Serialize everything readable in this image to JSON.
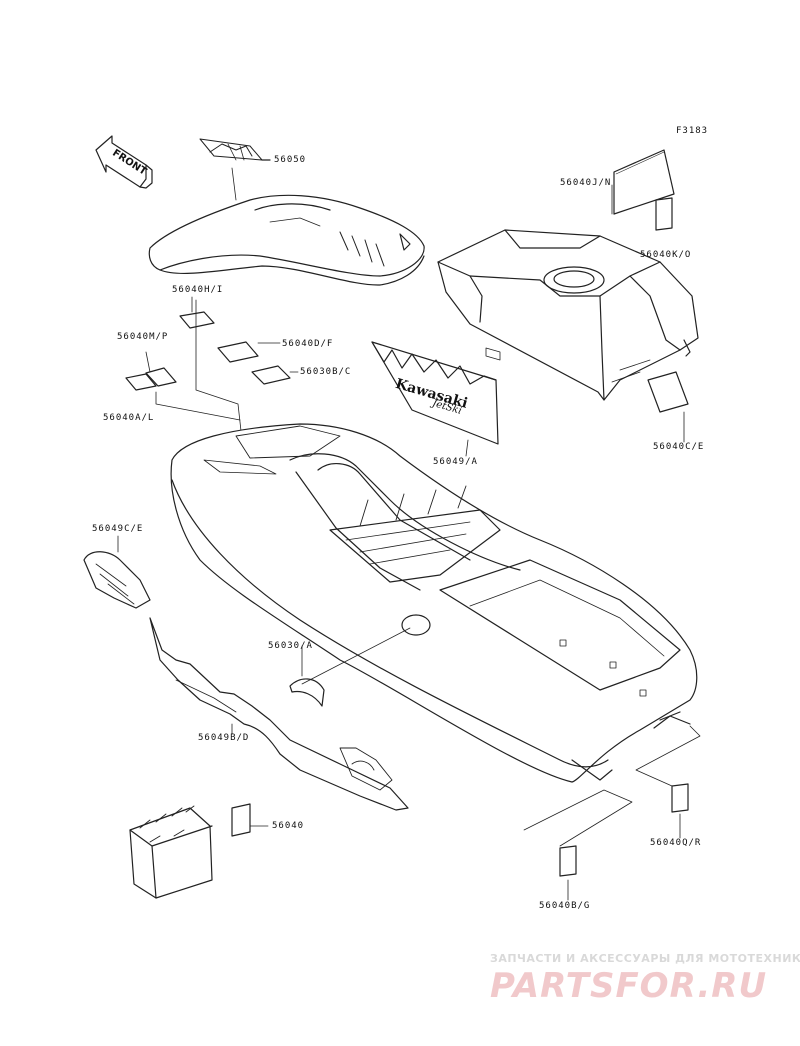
{
  "figure_code": "F3183",
  "front_arrow": "FRONT",
  "sticker_text": {
    "brand": "Kawasaki",
    "model": "JetSki"
  },
  "parts": {
    "p56050": "56050",
    "p56040jn": "56040J/N",
    "p56040ko": "56040K/O",
    "p56040hi": "56040H/I",
    "p56040mp": "56040M/P",
    "p56040df": "56040D/F",
    "p56030bc": "56030B/C",
    "p56040al": "56040A/L",
    "p56049a": "56049/A",
    "p56040ce": "56040C/E",
    "p56049ce": "56049C/E",
    "p56030a": "56030/A",
    "p56049bd": "56049B/D",
    "p56040": "56040",
    "p56040qr": "56040Q/R",
    "p56040bg": "56040B/G"
  },
  "watermark": {
    "tagline": "ЗАПЧАСТИ И АКСЕССУАРЫ ДЛЯ МОТОТЕХНИКИ",
    "logo": "PARTSFOR.RU"
  }
}
